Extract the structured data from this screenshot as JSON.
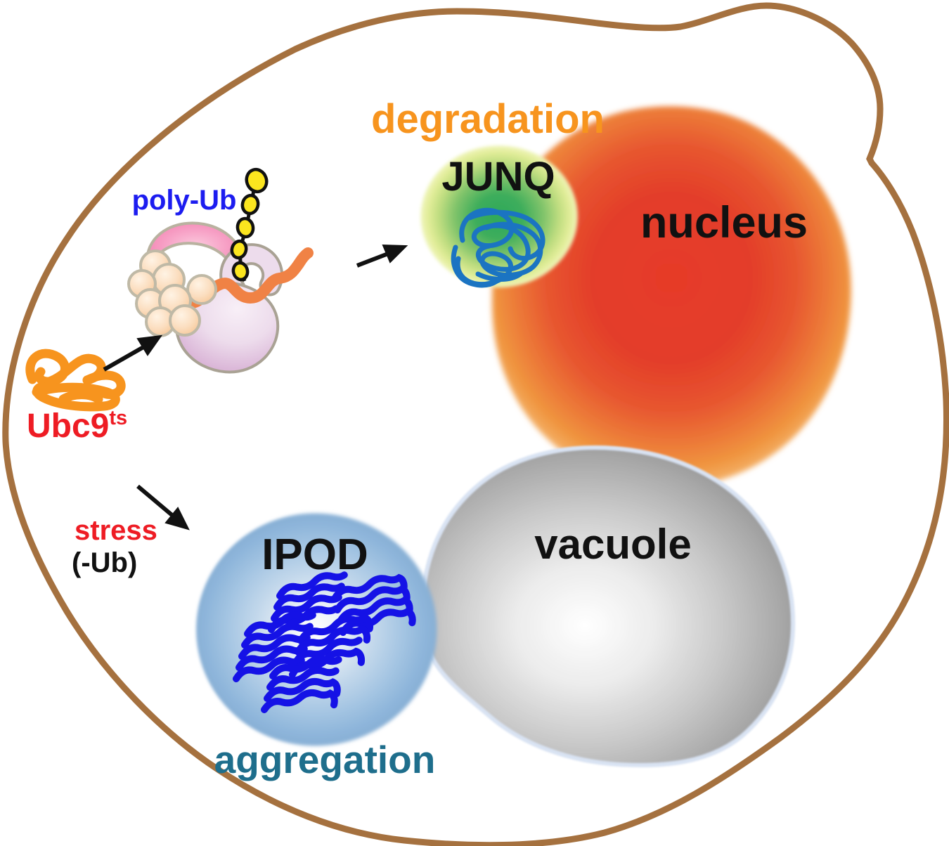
{
  "figure": {
    "type": "cell-biology-diagram",
    "subject": "yeast cell protein quality control: misfolded Ubc9ts is ubiquitinated and sent to JUNQ for degradation, or under stress (without ubiquitin) aggregates into IPOD"
  },
  "labels": {
    "degradation": "degradation",
    "junq": "JUNQ",
    "nucleus": "nucleus",
    "vacuole": "vacuole",
    "ipod": "IPOD",
    "aggregation": "aggregation",
    "poly_ub": "poly-Ub",
    "ubc9_base": "Ubc9",
    "ubc9_superscript": "ts",
    "stress": "stress",
    "minus_ub": "(-Ub)"
  },
  "colors": {
    "cell_outline": "#A5713F",
    "degradation_text": "#F7941E",
    "junq_text": "#111111",
    "nucleus_text": "#111111",
    "vacuole_text": "#111111",
    "ipod_text": "#111111",
    "aggregation_text": "#1E6E8C",
    "poly_ub_text": "#1C1CF0",
    "ubc9_text": "#EE1C24",
    "stress_text": "#EE1C24",
    "minus_ub_text": "#111111",
    "arrow": "#111111",
    "nucleus_fill_center": "#E63A28",
    "nucleus_fill_edge": "#F7C795",
    "junq_fill_center": "#2FA95A",
    "junq_fill_edge": "#EDF4B4",
    "junq_tangle": "#1B74C2",
    "ipod_fill_center": "#FFFFFF",
    "ipod_fill_edge": "#88B0D6",
    "ipod_fibrils": "#1512E6",
    "vacuole_fill_center": "#FFFFFF",
    "vacuole_fill_edge": "#929292",
    "vacuole_outline": "#D9E3F3",
    "ubc9_protein": "#F7941E",
    "substrate_thread": "#F08245",
    "ubiquitin_bead": "#FBE51F",
    "chaperone_ball": "#FBDDBE",
    "crescent_pink": "#F172A6",
    "lavender_chaperone": "#C48EC1"
  }
}
